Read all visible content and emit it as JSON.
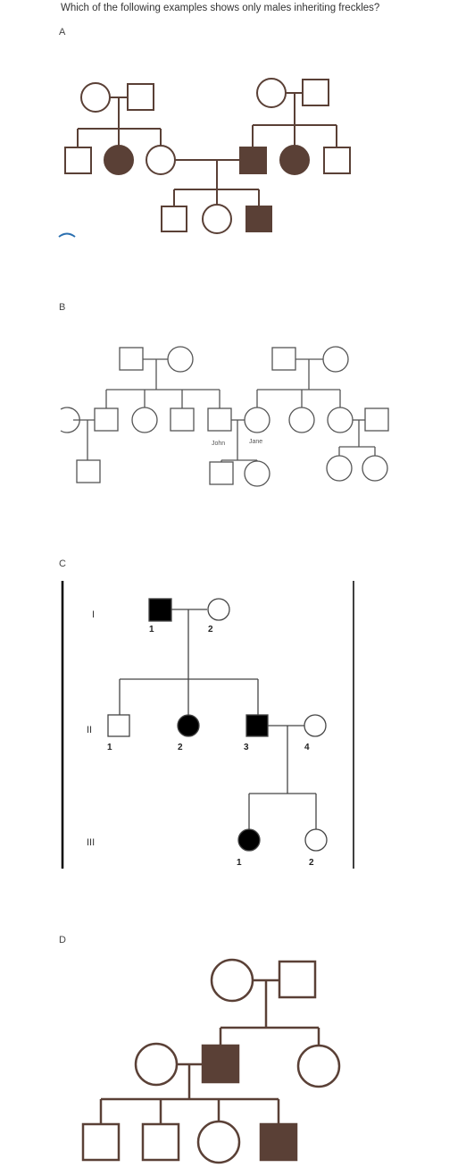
{
  "question": "Which of the following examples shows only males inheriting freckles?",
  "options": [
    {
      "letter": "A"
    },
    {
      "letter": "B",
      "labels": {
        "john": "John",
        "jane": "Jane"
      }
    },
    {
      "letter": "C",
      "generations": [
        "I",
        "II",
        "III"
      ],
      "gen1": [
        "1",
        "2"
      ],
      "gen2": [
        "1",
        "2",
        "3",
        "4"
      ],
      "gen3": [
        "1",
        "2"
      ]
    },
    {
      "letter": "D"
    }
  ],
  "colors": {
    "affected_brown": "#5a4036",
    "outline_brown": "#5a4036",
    "affected_black": "#000000",
    "outline_gray": "#777777"
  }
}
